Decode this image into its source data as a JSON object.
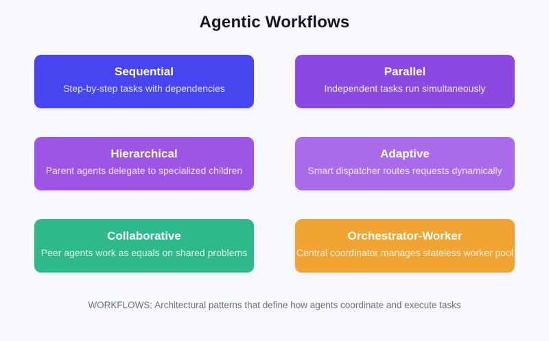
{
  "header": {
    "title": "Agentic Workflows"
  },
  "cards": [
    {
      "label": "Sequential",
      "description": "Step-by-step tasks with dependencies",
      "color": "#4645F0"
    },
    {
      "label": "Parallel",
      "description": "Independent tasks run simultaneously",
      "color": "#8A4AE2"
    },
    {
      "label": "Hierarchical",
      "description": "Parent agents delegate to specialized children",
      "color": "#9C55E5"
    },
    {
      "label": "Adaptive",
      "description": "Smart dispatcher routes requests dynamically",
      "color": "#AA6BEB"
    },
    {
      "label": "Collaborative",
      "description": "Peer agents work as equals on shared problems",
      "color": "#2EB98A"
    },
    {
      "label": "Orchestrator-Worker",
      "description": "Central coordinator manages stateless worker pool",
      "color": "#F2A433"
    }
  ],
  "footer": {
    "caption": "WORKFLOWS: Architectural patterns that define how agents coordinate and execute tasks"
  },
  "colors": {
    "background": "#F7F8FB",
    "title_text": "#15151D",
    "caption_text": "#6A7080",
    "card_title_text": "#FFFFFF"
  }
}
